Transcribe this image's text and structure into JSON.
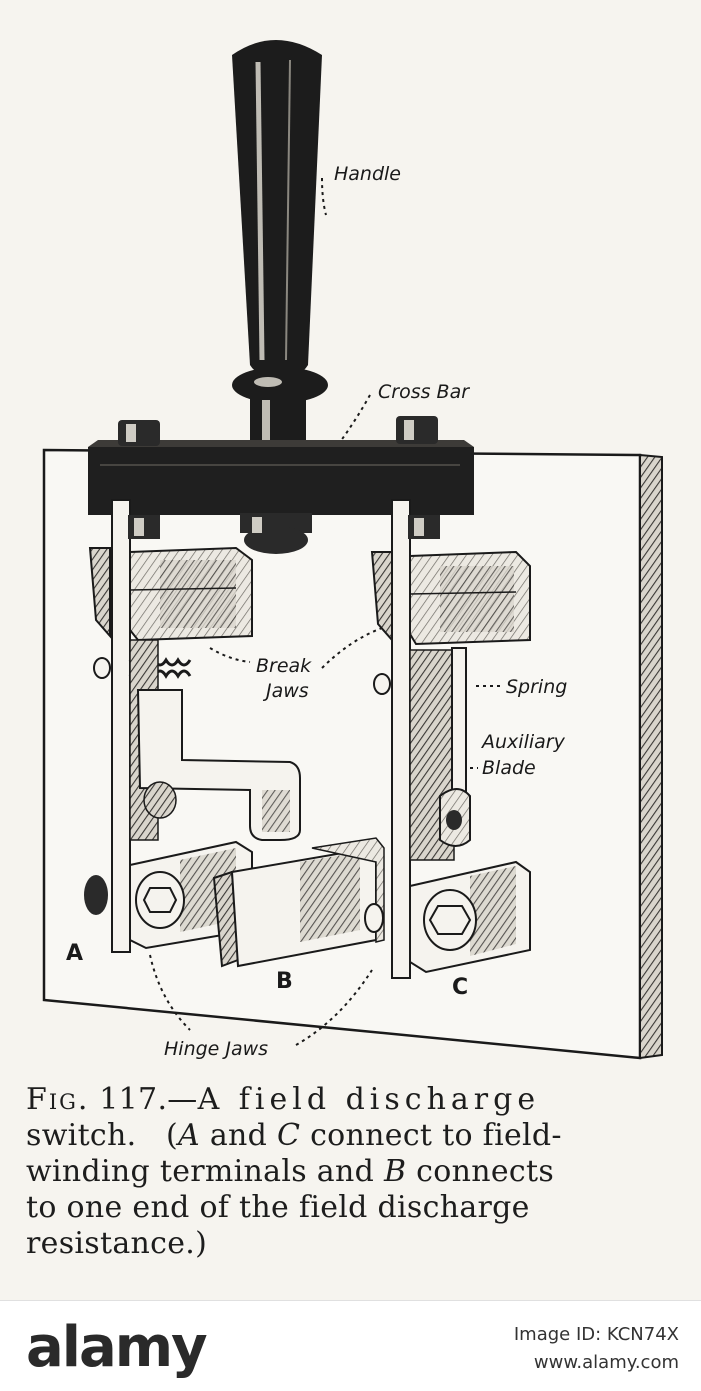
{
  "figure": {
    "labels": {
      "handle": "Handle",
      "cross_bar": "Cross Bar",
      "break_jaws_line1": "Break",
      "break_jaws_line2": "Jaws",
      "spring": "Spring",
      "auxiliary_blade_line1": "Auxiliary",
      "auxiliary_blade_line2": "Blade",
      "hinge_jaws": "Hinge Jaws",
      "terminal_a": "A",
      "terminal_b": "B",
      "terminal_c": "C"
    }
  },
  "caption": {
    "fig_abbr": "Fig.",
    "fig_number": "117.",
    "dash": "—",
    "title": "A field discharge",
    "line2_a": "switch.",
    "line2_b": "(",
    "line2_A": "A",
    "line2_c": " and ",
    "line2_C": "C",
    "line2_d": " connect to field-",
    "line3_a": "winding terminals and ",
    "line3_B": "B",
    "line3_b": " connects",
    "line4": "to one end of the field discharge",
    "line5": "resistance.)"
  },
  "footer": {
    "logo": "alamy",
    "image_id": "Image ID: KCN74X",
    "site": "www.alamy.com"
  },
  "colors": {
    "ink": "#1a1a1a",
    "paper": "#f6f4ef",
    "shade": "#7a7670"
  }
}
